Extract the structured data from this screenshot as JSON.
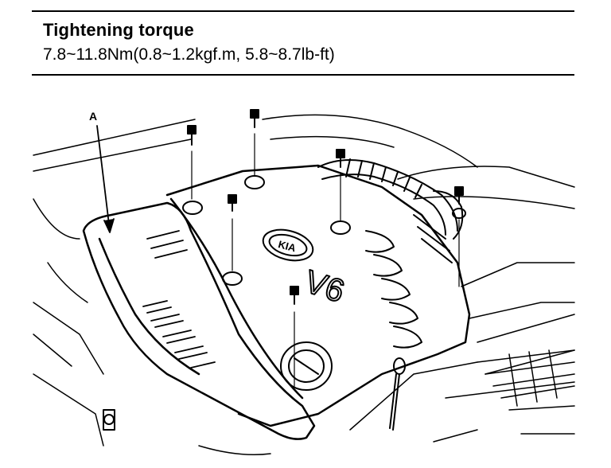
{
  "header": {
    "title": "Tightening torque",
    "spec": "7.8~11.8Nm(0.8~1.2kgf.m, 5.8~8.7lb-ft)"
  },
  "figure": {
    "callout_label": "A",
    "engine_text": "V6",
    "logo_text": "KIA"
  }
}
